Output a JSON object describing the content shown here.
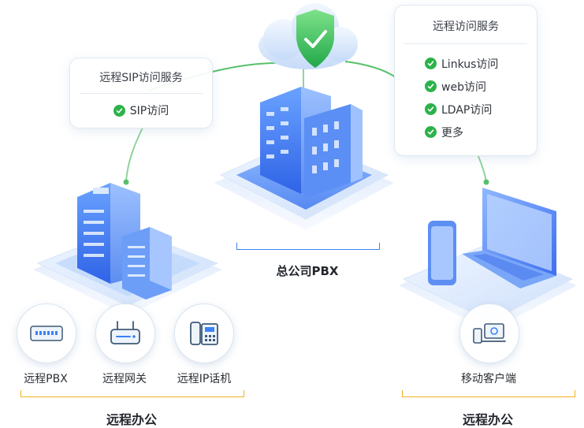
{
  "colors": {
    "accent_green": "#2db24a",
    "line_green": "#57c06a",
    "bracket_blue": "#3b82f6",
    "bracket_yellow": "#f2b01e",
    "building_blue": "#3d7bf0"
  },
  "sip_card": {
    "title": "远程SIP访问服务",
    "items": [
      "SIP访问"
    ]
  },
  "service_card": {
    "title": "远程访问服务",
    "items": [
      "Linkus访问",
      "web访问",
      "LDAP访问",
      "更多"
    ]
  },
  "hq": {
    "label": "总公司PBX",
    "icon": "shield-cloud-icon"
  },
  "remote_office": {
    "devices": [
      {
        "label": "远程PBX",
        "icon": "pbx-device-icon"
      },
      {
        "label": "远程网关",
        "icon": "router-icon"
      },
      {
        "label": "远程IP话机",
        "icon": "ip-phone-icon"
      }
    ],
    "group_label": "远程办公"
  },
  "mobile_office": {
    "devices": [
      {
        "label": "移动客户端",
        "icon": "mobile-client-icon"
      }
    ],
    "group_label": "远程办公"
  }
}
